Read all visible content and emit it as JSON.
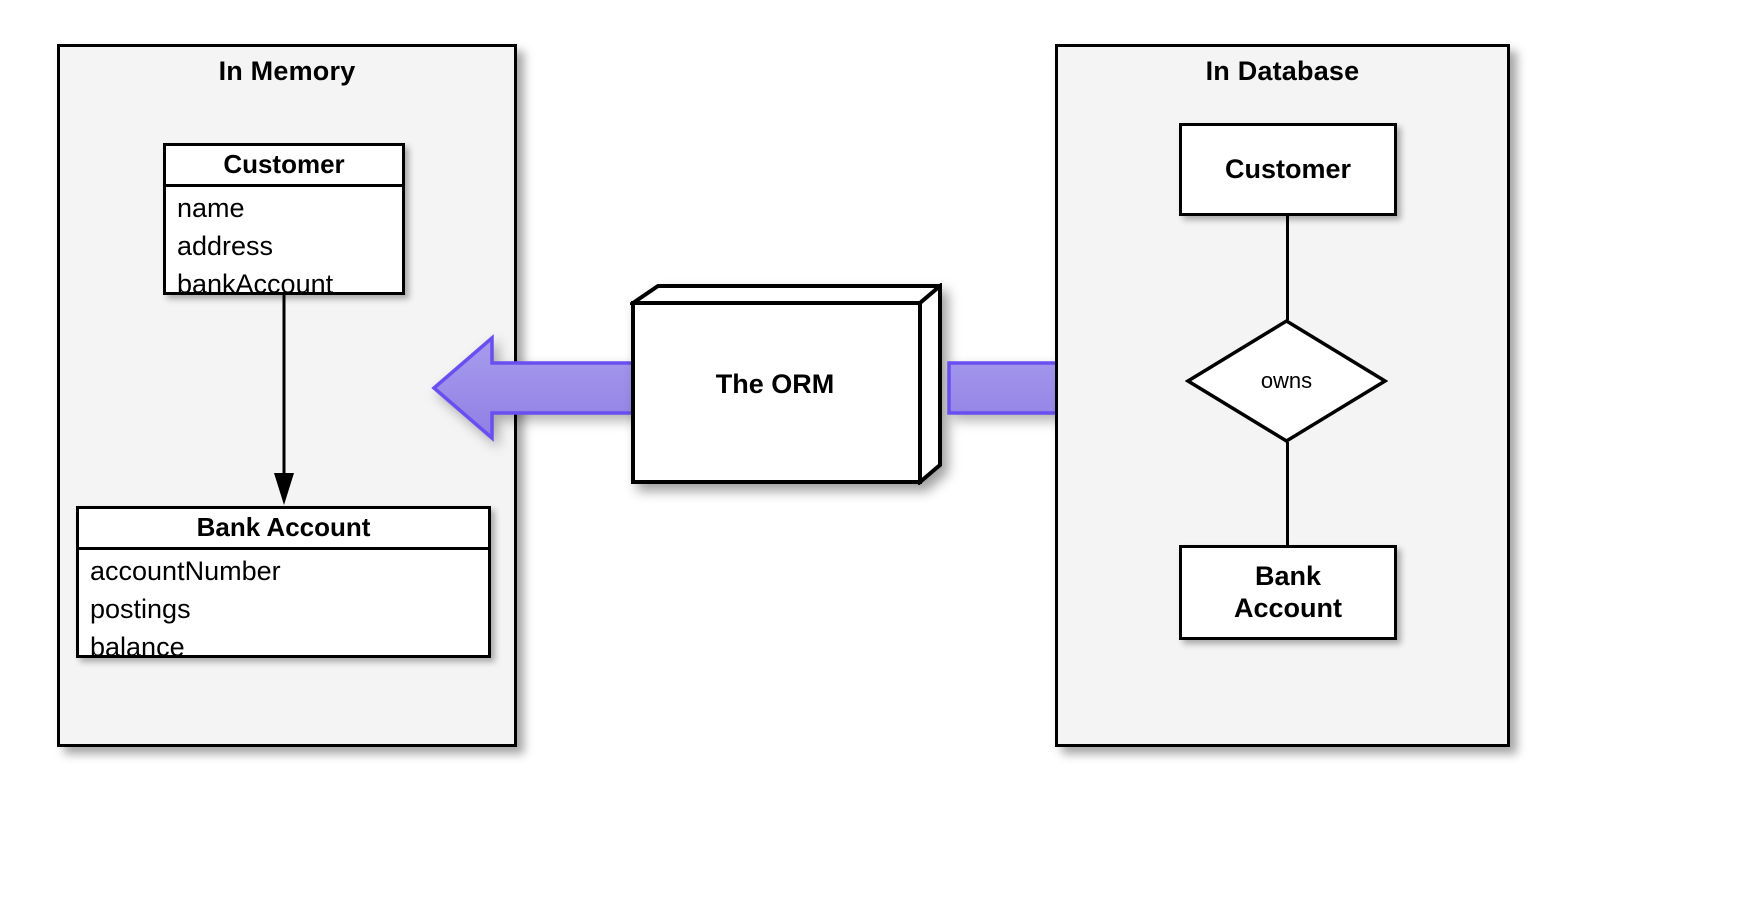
{
  "diagram": {
    "title": "ORM mapping between in-memory objects and database entities",
    "accent_purple": "#9b8ce8",
    "accent_purple_stroke": "#6a4ff0",
    "panel_fill": "#f4f4f4",
    "stroke": "#000000"
  },
  "memory_panel": {
    "title": "In Memory",
    "customer_class": {
      "name": "Customer",
      "attributes": [
        "name",
        "address",
        "bankAccount"
      ]
    },
    "bank_account_class": {
      "name": "Bank Account",
      "attributes": [
        "accountNumber",
        "postings",
        "balance"
      ]
    },
    "association": {
      "from": "Customer",
      "to": "Bank Account",
      "arrow": "down-arrow"
    }
  },
  "orm": {
    "label": "The ORM",
    "shape": "3d-cube"
  },
  "arrows": {
    "left": {
      "direction": "left",
      "label": "",
      "name": "arrow-to-memory"
    },
    "right": {
      "direction": "right",
      "label": "",
      "name": "arrow-to-database"
    }
  },
  "database_panel": {
    "title": "In Database",
    "customer_entity": "Customer",
    "relationship": "owns",
    "bank_account_entity": "Bank\nAccount",
    "bank_account_entity_line1": "Bank",
    "bank_account_entity_line2": "Account"
  }
}
